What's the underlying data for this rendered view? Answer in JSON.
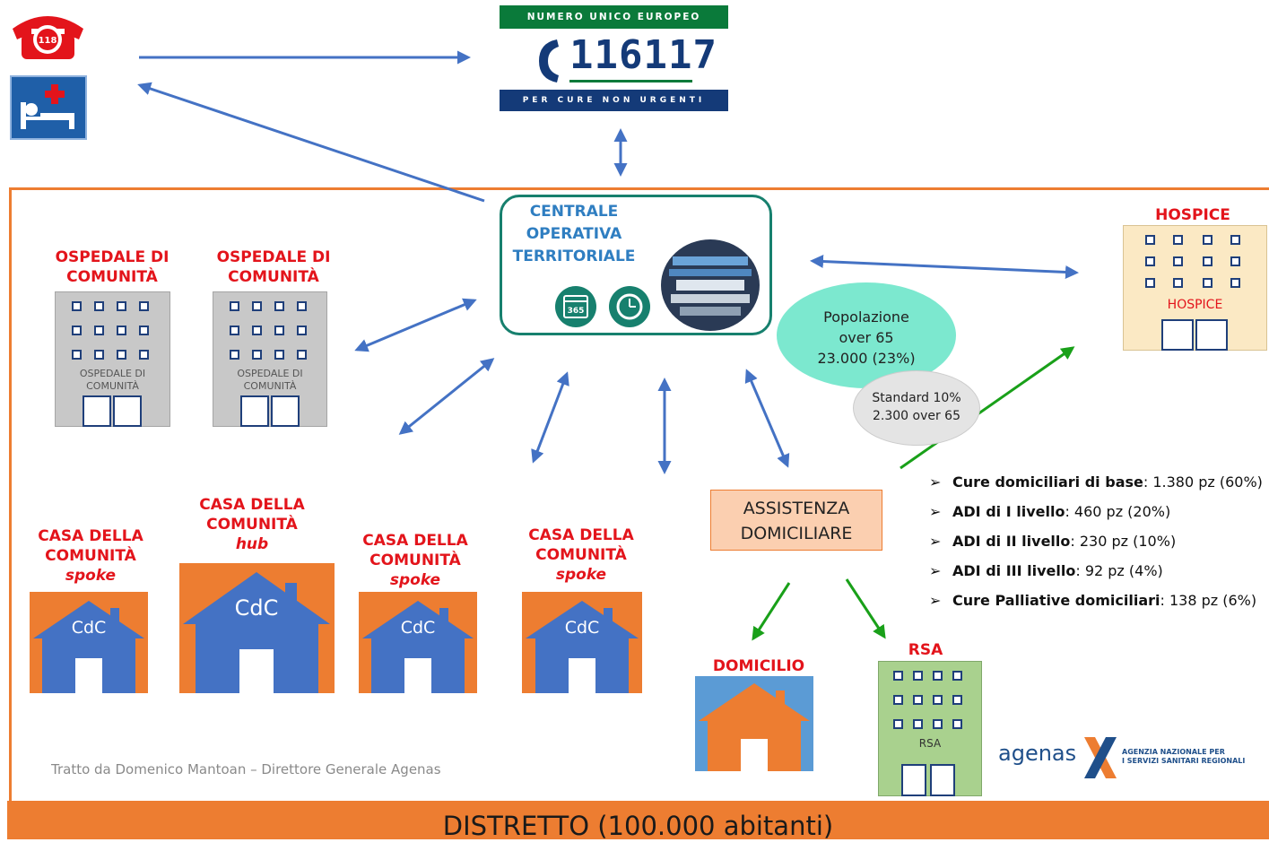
{
  "phone_icon": {
    "label": "118",
    "icon": "phone-icon"
  },
  "bed_icon": {
    "icon": "hospital-bed-icon"
  },
  "nue": {
    "top_text": "NUMERO UNICO EUROPEO",
    "number": "116117",
    "bottom_text": "PER CURE NON URGENTI"
  },
  "cot": {
    "line1": "CENTRALE",
    "line2": "OPERATIVA",
    "line3": "TERRITORIALE",
    "badge": "365"
  },
  "ospedali": [
    {
      "title_1": "OSPEDALE DI",
      "title_2": "COMUNITÀ",
      "sign_1": "OSPEDALE DI",
      "sign_2": "COMUNITÀ"
    },
    {
      "title_1": "OSPEDALE DI",
      "title_2": "COMUNITÀ",
      "sign_1": "OSPEDALE DI",
      "sign_2": "COMUNITÀ"
    }
  ],
  "hospice": {
    "title": "HOSPICE",
    "sign": "HOSPICE"
  },
  "population": {
    "line1": "Popolazione",
    "line2": "over 65",
    "line3": "23.000 (23%)"
  },
  "standard": {
    "line1": "Standard 10%",
    "line2": "2.300 over 65"
  },
  "assistenza": {
    "line1": "ASSISTENZA",
    "line2": "DOMICILIARE"
  },
  "case": [
    {
      "title_1": "CASA DELLA",
      "title_2": "COMUNITÀ",
      "type": "spoke",
      "label": "CdC"
    },
    {
      "title_1": "CASA DELLA",
      "title_2": "COMUNITÀ",
      "type": "hub",
      "label": "CdC"
    },
    {
      "title_1": "CASA DELLA",
      "title_2": "COMUNITÀ",
      "type": "spoke",
      "label": "CdC"
    },
    {
      "title_1": "CASA DELLA",
      "title_2": "COMUNITÀ",
      "type": "spoke",
      "label": "CdC"
    }
  ],
  "bullets": [
    {
      "bold": "Cure domiciliari di base",
      "rest": ": 1.380 pz (60%)"
    },
    {
      "bold": "ADI di I livello",
      "rest": ": 460 pz (20%)"
    },
    {
      "bold": "ADI di II livello",
      "rest": ": 230 pz (10%)"
    },
    {
      "bold": "ADI di III livello",
      "rest": ": 92 pz (4%)"
    },
    {
      "bold": "Cure Palliative domiciliari",
      "rest": ": 138 pz (6%)"
    }
  ],
  "domicilio": {
    "title": "DOMICILIO"
  },
  "rsa": {
    "title": "RSA",
    "sign": "RSA"
  },
  "credit": "Tratto da Domenico Mantoan – Direttore Generale Agenas",
  "logo": {
    "name": "agenas",
    "text1": "AGENZIA NAZIONALE PER",
    "text2": "I SERVIZI SANITARI REGIONALI"
  },
  "footer": "DISTRETTO (100.000 abitanti)",
  "colors": {
    "accent_orange": "#ed7d31",
    "title_red": "#e3141b",
    "arrow_blue": "#4472c4",
    "arrow_green": "#19a019",
    "cdc_blue": "#4472c4",
    "cot_teal": "#17806e"
  }
}
